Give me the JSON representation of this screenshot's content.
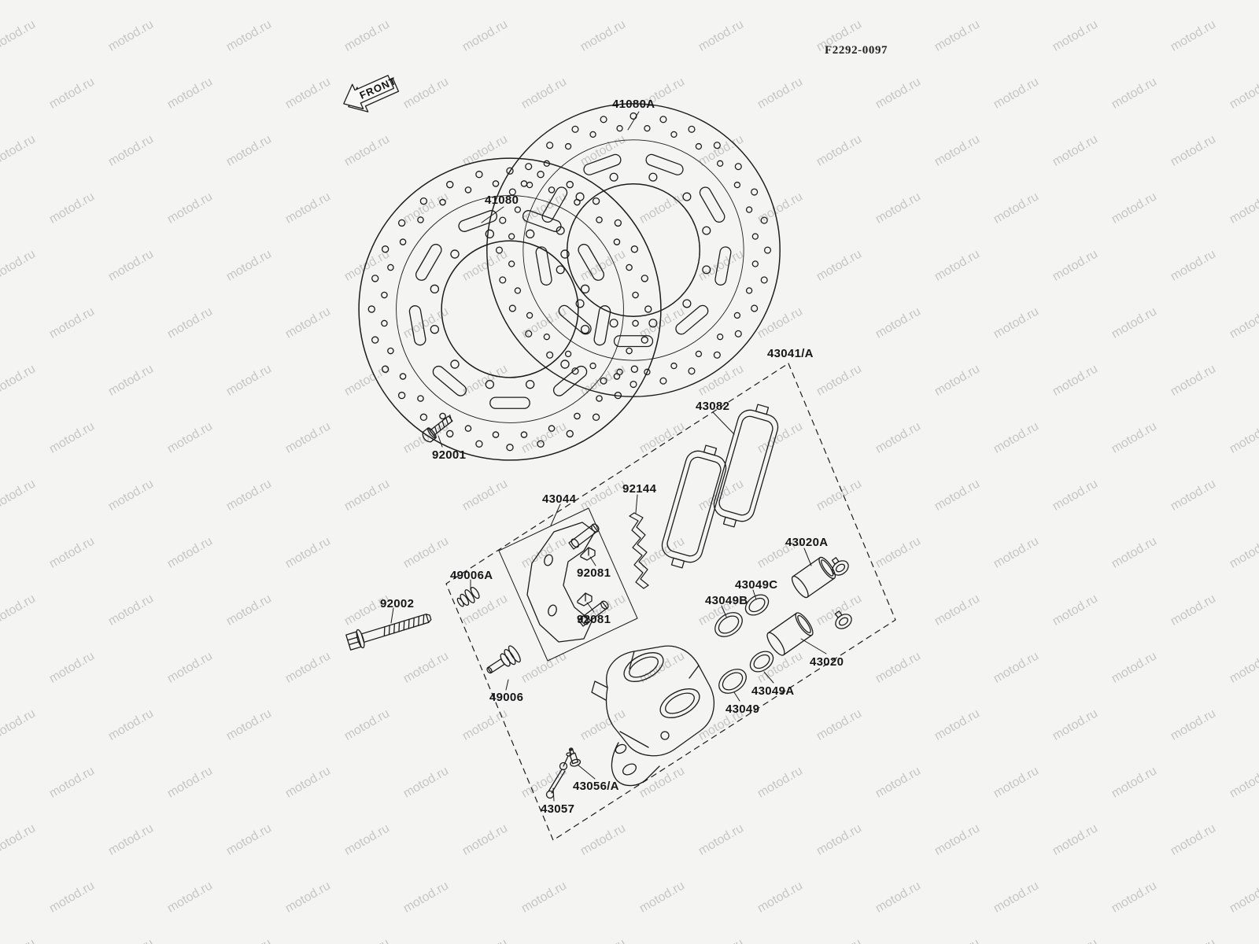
{
  "page": {
    "doc_code": "F2292-0097",
    "background_color": "#f4f4f2",
    "line_color": "#1c1c1c"
  },
  "watermark": {
    "text": "motod.ru",
    "color": "#c6c6c6"
  },
  "front_arrow": {
    "label": "FRONT"
  },
  "labels": [
    {
      "part": "41080A",
      "text": "41080A"
    },
    {
      "part": "41080",
      "text": "41080"
    },
    {
      "part": "92001",
      "text": "92001"
    },
    {
      "part": "43041-assy",
      "text": "43041/A"
    },
    {
      "part": "43082",
      "text": "43082"
    },
    {
      "part": "92144",
      "text": "92144"
    },
    {
      "part": "43044",
      "text": "43044"
    },
    {
      "part": "92081-upper",
      "text": "92081"
    },
    {
      "part": "92081-lower",
      "text": "92081"
    },
    {
      "part": "49006A",
      "text": "49006A"
    },
    {
      "part": "92002",
      "text": "92002"
    },
    {
      "part": "49006",
      "text": "49006"
    },
    {
      "part": "43057",
      "text": "43057"
    },
    {
      "part": "43056-assy",
      "text": "43056/A"
    },
    {
      "part": "43049",
      "text": "43049"
    },
    {
      "part": "43049A",
      "text": "43049A"
    },
    {
      "part": "43049B",
      "text": "43049B"
    },
    {
      "part": "43049C",
      "text": "43049C"
    },
    {
      "part": "43020",
      "text": "43020"
    },
    {
      "part": "43020A",
      "text": "43020A"
    }
  ]
}
